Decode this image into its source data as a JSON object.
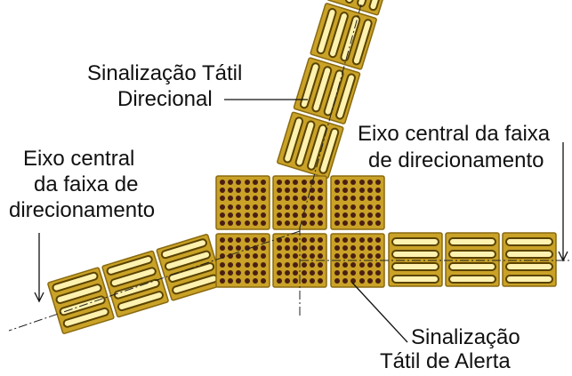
{
  "labels": {
    "directional_line1": "Sinalização Tátil",
    "directional_line2": "Direcional",
    "axis_right_line1": "Eixo central da faixa",
    "axis_right_line2": "de direcionamento",
    "axis_left_line1": "Eixo central",
    "axis_left_line2": "da faixa de",
    "axis_left_line3": "direcionamento",
    "alert_line1": "Sinalização",
    "alert_line2": "Tátil de Alerta"
  },
  "colors": {
    "tile": "#c9a227",
    "tile_edge": "#8a6a10",
    "bar": "#5a4300",
    "dot": "#4a1f12",
    "line": "#222222"
  }
}
